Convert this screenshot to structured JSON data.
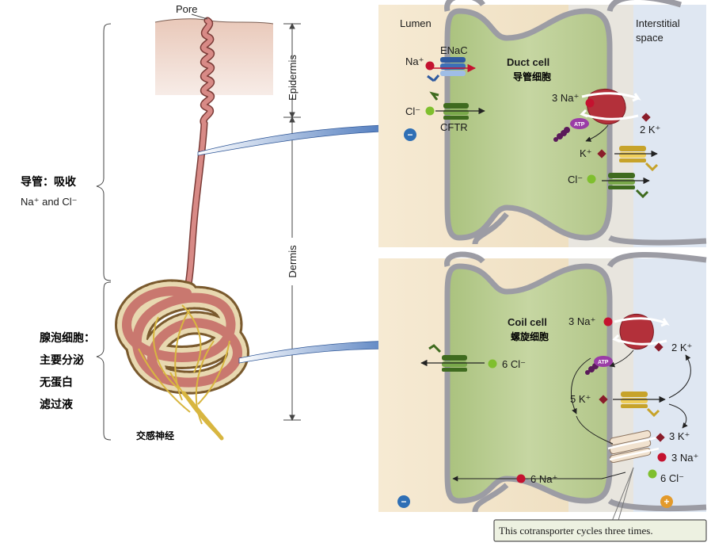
{
  "gland": {
    "pore": "Pore",
    "epidermis": "Epidermis",
    "dermis": "Dermis",
    "duct_title": "导管：吸收",
    "duct_ions": "Na⁺ and Cl⁻",
    "acinar_lines": [
      "腺泡细胞：",
      "主要分泌",
      "无蛋白",
      "滤过液"
    ],
    "nerve": "交感神经"
  },
  "duct_panel": {
    "lumen": "Lumen",
    "interstitial": [
      "Interstitial",
      "space"
    ],
    "cell_title": "Duct cell",
    "cell_title_cn": "导管细胞",
    "na": "Na⁺",
    "enac": "ENaC",
    "cl": "Cl⁻",
    "cftr": "CFTR",
    "three_na": "3 Na⁺",
    "two_k": "2 K⁺",
    "atp": "ATP",
    "k": "K⁺",
    "cl_right": "Cl⁻",
    "minus": "−"
  },
  "coil_panel": {
    "cell_title": "Coil cell",
    "cell_title_cn": "螺旋细胞",
    "three_na": "3 Na⁺",
    "two_k": "2 K⁺",
    "atp": "ATP",
    "six_cl_top": "6 Cl⁻",
    "five_k": "5 K⁺",
    "three_k": "3 K⁺",
    "three_na_bottom": "3 Na⁺",
    "six_cl_bottom": "6 Cl⁻",
    "six_na": "6 Na⁺",
    "minus": "−",
    "plus": "+",
    "note": "This cotransporter cycles three times."
  },
  "colors": {
    "cell_green": "#b9cd92",
    "lumen_tan": "#f1e3c8",
    "interstitial_blue": "#d6e2f1",
    "membrane_gray": "#a0a0a6",
    "na_red": "#c4122f",
    "cl_green": "#7fbf2e",
    "k_maroon": "#8a1c2a",
    "arrow_blue": "#4f7fc4",
    "duct_pink": "#d88a86"
  }
}
